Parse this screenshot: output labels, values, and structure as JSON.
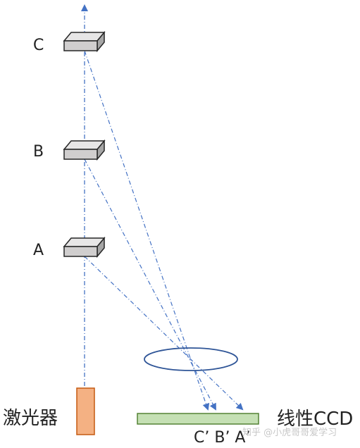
{
  "labels": {
    "target_c": "C",
    "target_b": "B",
    "target_a": "A",
    "laser": "激光器",
    "ccd": "线性CCD",
    "image_points": "C’ B’ A’"
  },
  "watermark": "知乎 @小虎哥哥爱学习",
  "colors": {
    "beam": "#4472c4",
    "laser_fill": "#f4b183",
    "laser_stroke": "#c55a11",
    "ccd_fill": "#c5e0b4",
    "ccd_stroke": "#548235",
    "lens_stroke": "#2f5597",
    "block_top": "#e7e6e6",
    "block_side": "#a6a6a6",
    "block_stroke": "#262626"
  }
}
